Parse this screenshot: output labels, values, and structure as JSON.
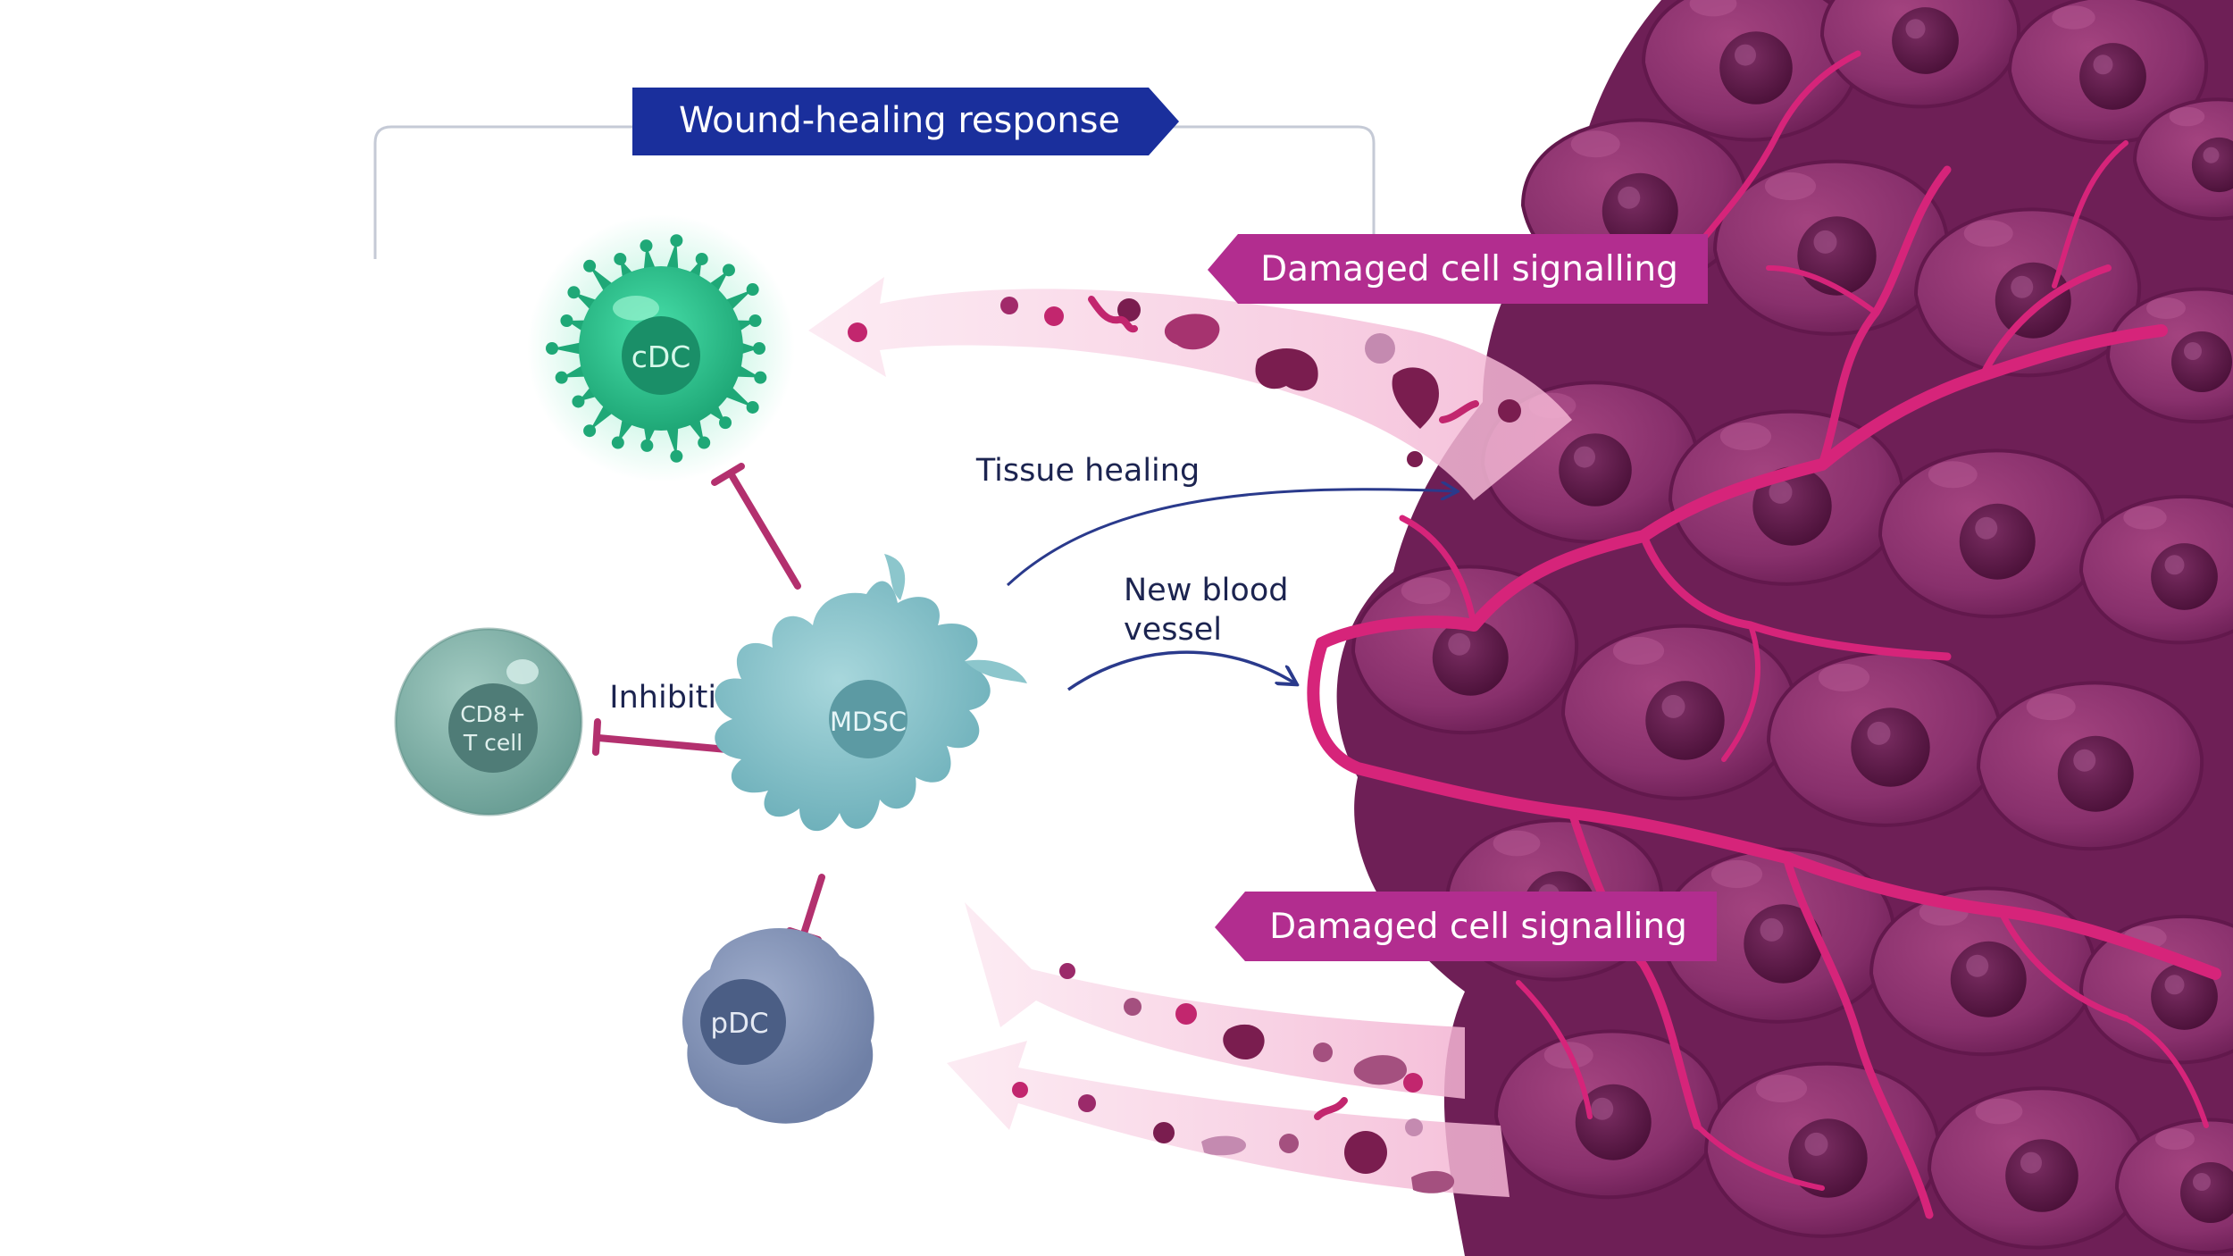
{
  "header": {
    "title": "Wound-healing response"
  },
  "signals": {
    "top": "Damaged cell signalling",
    "bottom": "Damaged cell signalling"
  },
  "labels": {
    "tissue_healing": "Tissue healing",
    "new_blood_line1": "New blood",
    "new_blood_line2": "vessel",
    "inhibition": "Inhibition"
  },
  "cells": {
    "cdc": "cDC",
    "cd8_line1": "CD8+",
    "cd8_line2": "T cell",
    "mdsc": "MDSC",
    "pdc": "pDC"
  },
  "colors": {
    "navy": "#1a2f9c",
    "magenta": "#b22d8f",
    "inhibitor": "#b3306e",
    "tumor": "#8c2f6f",
    "tumor_dark": "#6e1e55",
    "vessel": "#d6247a",
    "cdc_green": "#2fc58f",
    "mdsc_teal": "#8ac4cc",
    "cd8_gray": "#7fb0a8",
    "pdc_blue": "#8797b9"
  }
}
